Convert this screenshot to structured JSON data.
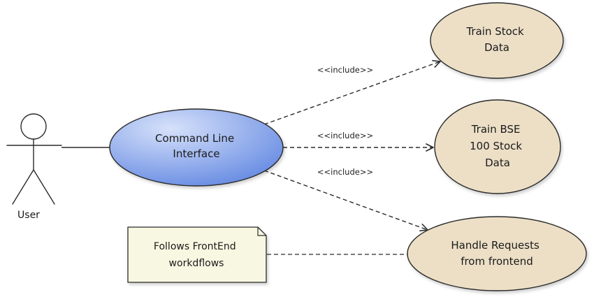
{
  "actor": {
    "label": "User"
  },
  "use_cases": {
    "cli": {
      "lines": [
        "Command Line",
        "Interface"
      ],
      "fill_top": "#c4d4f6",
      "fill_bottom": "#5f86e2"
    },
    "train_stock": {
      "lines": [
        "Train Stock",
        "Data"
      ],
      "fill": "#ecdfc6"
    },
    "train_bse": {
      "lines": [
        "Train BSE",
        "100 Stock",
        "Data"
      ],
      "fill": "#ecdfc6"
    },
    "handle_requests": {
      "lines": [
        "Handle Requests",
        "from frontend"
      ],
      "fill": "#ecdfc6"
    }
  },
  "relations": {
    "include_1": "<<include>>",
    "include_2": "<<include>>",
    "include_3": "<<include>>"
  },
  "note": {
    "lines": [
      "Follows FrontEnd",
      "workdflows"
    ],
    "fill": "#f8f8e2"
  },
  "colors": {
    "stroke": "#2b2b2b",
    "background": "#ffffff"
  }
}
